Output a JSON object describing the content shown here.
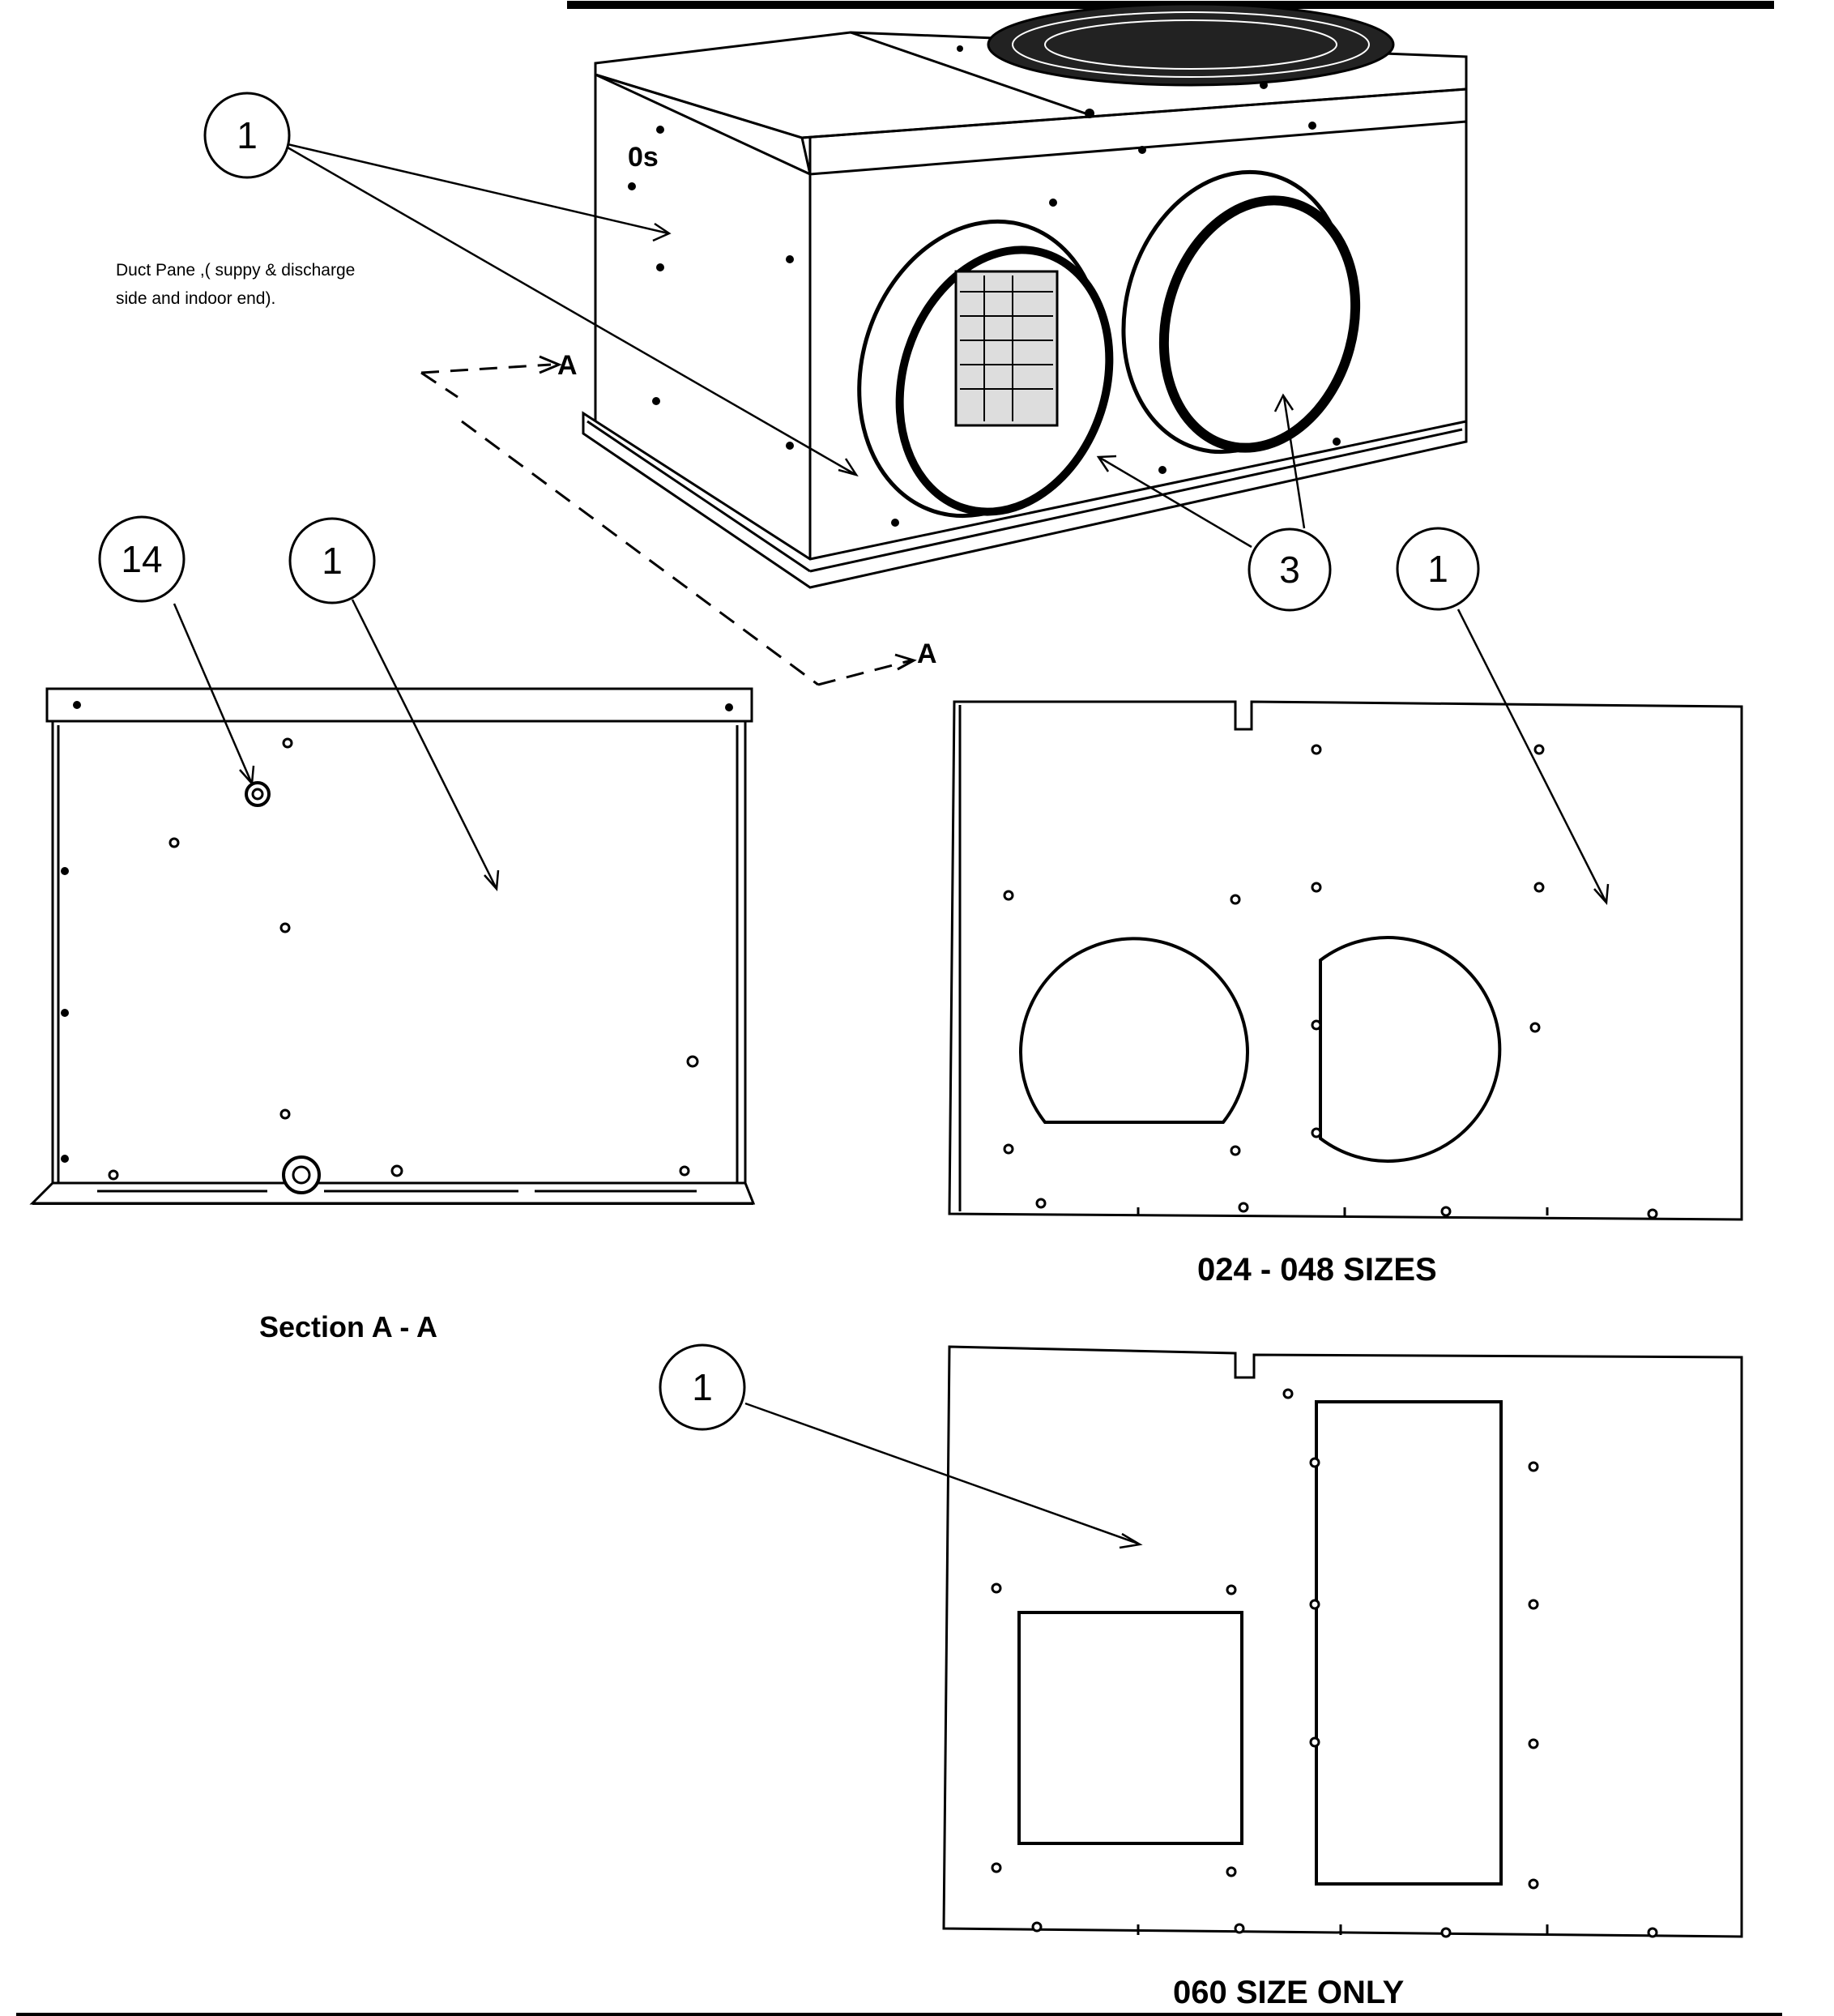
{
  "callouts": {
    "c1_top": "1",
    "c14": "14",
    "c1_section": "1",
    "c3": "3",
    "c1_right": "1",
    "c1_bottom": "1"
  },
  "labels": {
    "duct_panel_line1": "Duct Pane ,( suppy & discharge",
    "duct_panel_line2": "side and indoor end).",
    "section_marker_top": "A",
    "section_marker_bottom": "A",
    "panel_marker": "0s",
    "section_caption": "Section A - A",
    "sizes_024_048": "024 - 048 SIZES",
    "size_060": "060 SIZE ONLY"
  }
}
